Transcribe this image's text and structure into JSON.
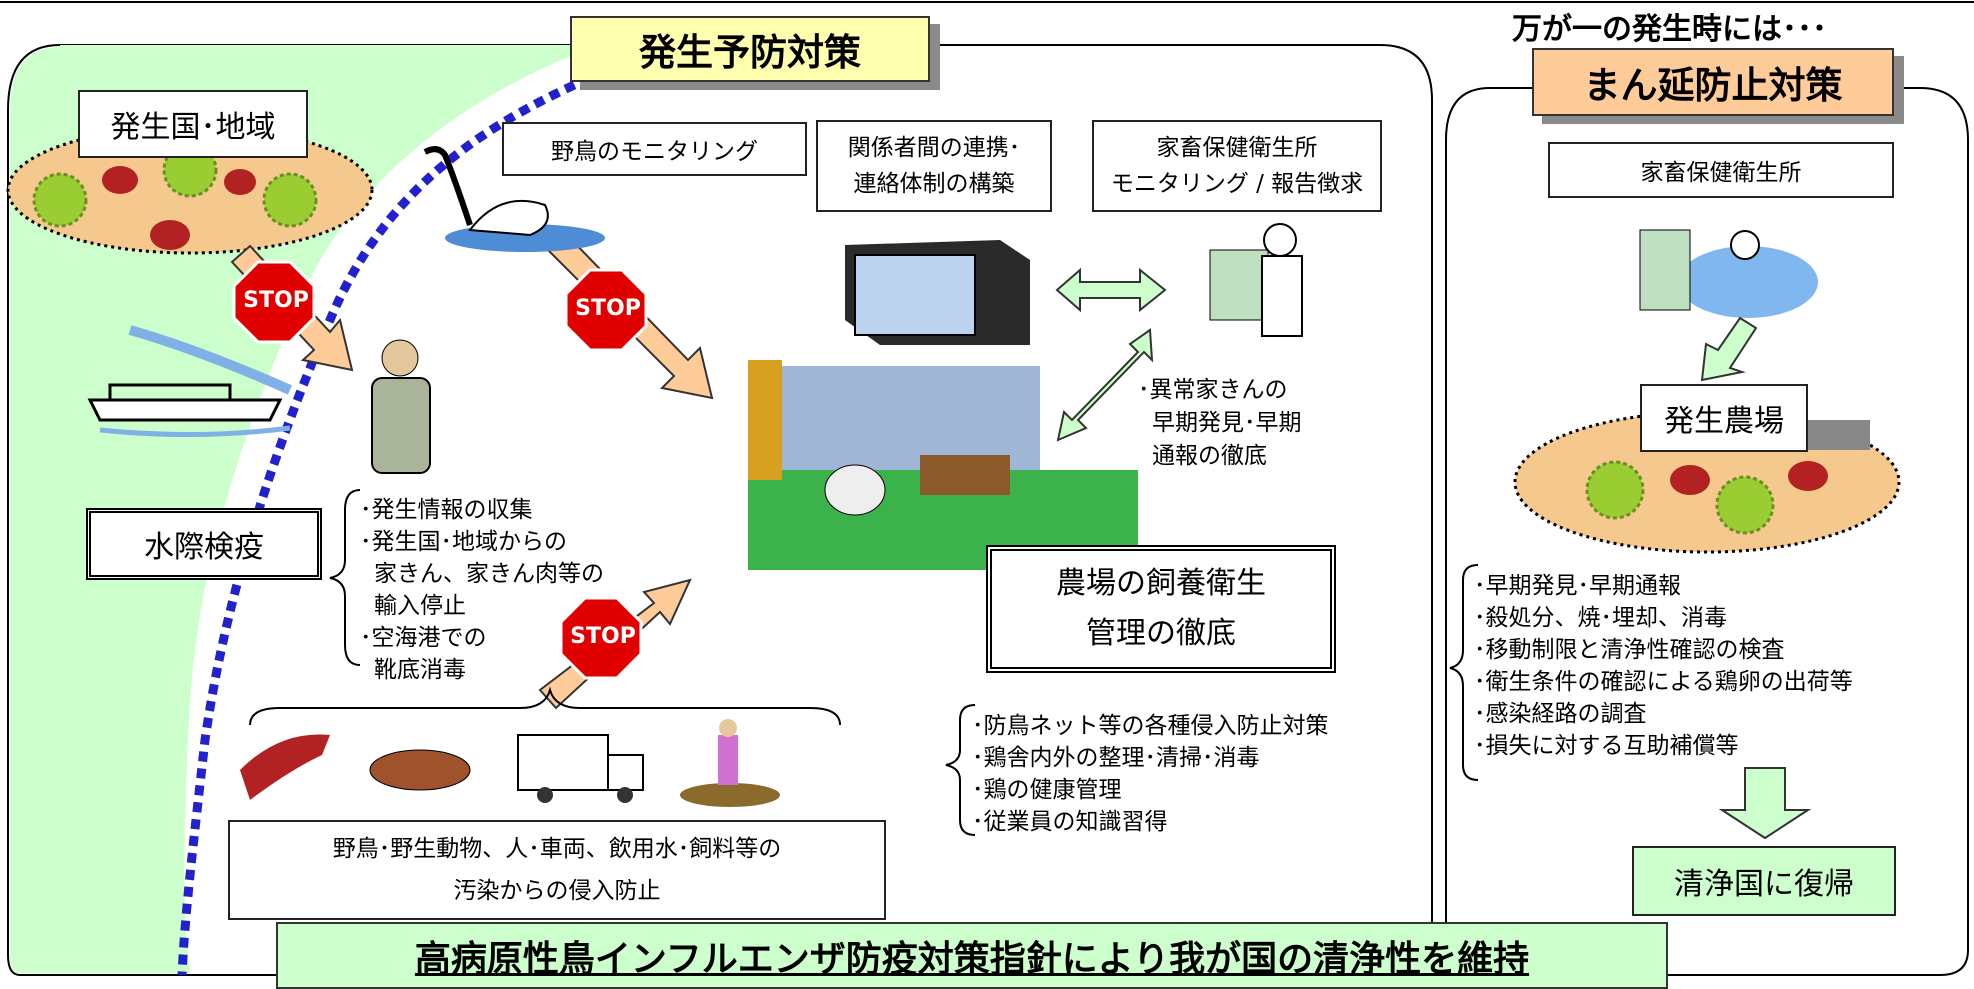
{
  "prevention": {
    "title": "発生予防対策",
    "origin_label": "発生国･地域",
    "wild_bird_monitoring": "野鳥のモニタリング",
    "coordination_line1": "関係者間の連携･",
    "coordination_line2": "連絡体制の構築",
    "lhsc_line1": "家畜保健衛生所",
    "lhsc_line2": "モニタリング / 報告徴求",
    "early_detection": [
      "･異常家きんの",
      "早期発見･早期",
      "通報の徹底"
    ],
    "border_quarantine": "水際検疫",
    "quarantine_items": [
      "･発生情報の収集",
      "･発生国･地域からの",
      "家きん、家きん肉等の",
      "輸入停止",
      "･空海港での",
      "靴底消毒"
    ],
    "farm_hygiene_line1": "農場の飼養衛生",
    "farm_hygiene_line2": "管理の徹底",
    "farm_measures": [
      "･防鳥ネット等の各種侵入防止対策",
      "･鶏舎内外の整理･清掃･消毒",
      "･鶏の健康管理",
      "･従業員の知識習得"
    ],
    "contamination_line1": "野鳥･野生動物、人･車両、飲用水･飼料等の",
    "contamination_line2": "汚染からの侵入防止",
    "stop_label": "STOP"
  },
  "containment": {
    "heading": "万が一の発生時には･･･",
    "title": "まん延防止対策",
    "lhsc": "家畜保健衛生所",
    "outbreak_farm": "発生農場",
    "measures": [
      "･早期発見･早期通報",
      "･殺処分、焼･埋却、消毒",
      "･移動制限と清浄性確認の検査",
      "･衛生条件の確認による鶏卵の出荷等",
      "･感染経路の調査",
      "･損失に対する互助補償等"
    ],
    "return_label": "清浄国に復帰"
  },
  "footer": "高病原性鳥インフルエンザ防疫対策指針により我が国の清浄性を維持",
  "colors": {
    "land_green": "#ccffcc",
    "banner_yellow": "#ffffb0",
    "banner_orange": "#ffcc99",
    "oval_fill": "#f5c88e",
    "stop_red": "#e00000",
    "arrow_peach": "#ffcc99",
    "arrow_green": "#ccffcc",
    "border_dots": "#2222cc"
  }
}
